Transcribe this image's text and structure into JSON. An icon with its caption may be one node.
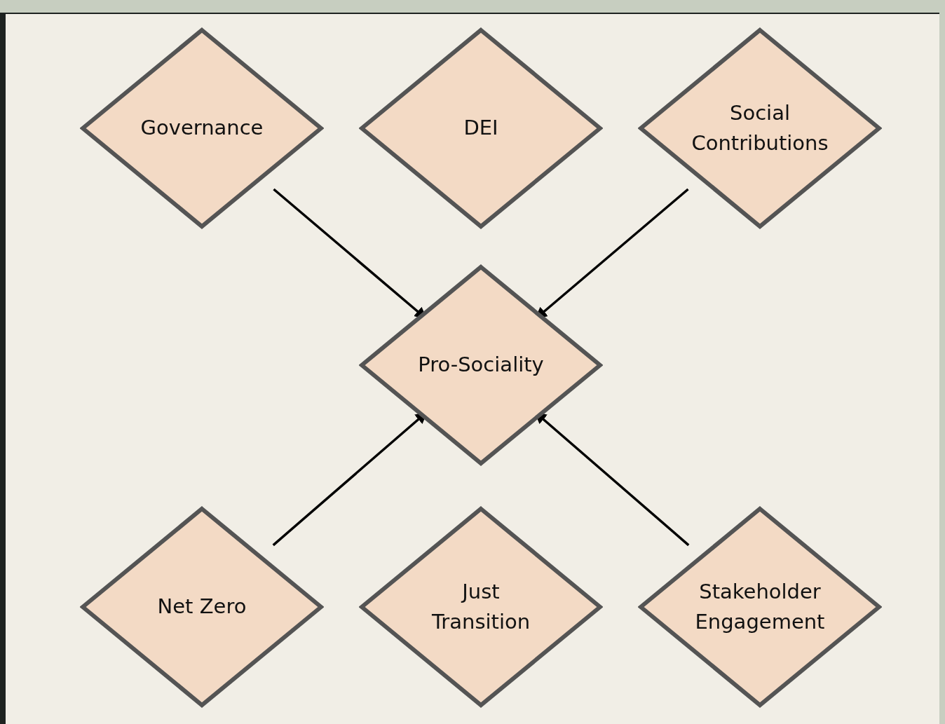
{
  "diagram": {
    "nodes": [
      {
        "text": [
          "Governance"
        ]
      },
      {
        "text": [
          "DEI"
        ]
      },
      {
        "text": [
          "Social Contributions"
        ]
      },
      {
        "text": [
          "Pro-Sociality"
        ]
      },
      {
        "text": [
          "Net Zero"
        ]
      },
      {
        "text": [
          "Just Transition"
        ]
      },
      {
        "text": [
          "Stakeholder Engagement"
        ]
      }
    ],
    "edges": [
      {
        "from": 0,
        "to": 3,
        "arrow": "to"
      },
      {
        "from": 2,
        "to": 3,
        "arrow": "to"
      },
      {
        "from": 4,
        "to": 3,
        "arrow": "to"
      },
      {
        "from": 6,
        "to": 3,
        "arrow": "to"
      }
    ]
  }
}
